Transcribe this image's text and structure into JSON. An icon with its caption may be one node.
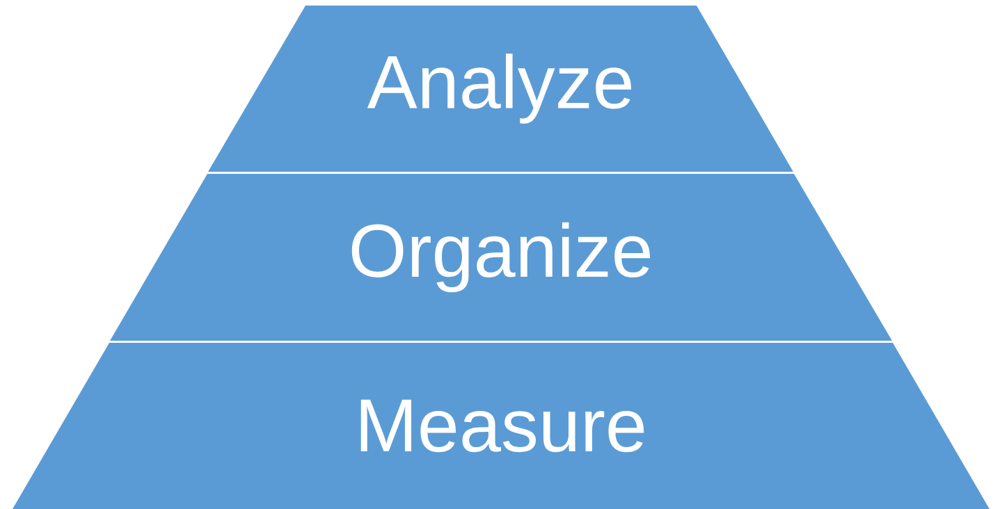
{
  "diagram": {
    "nodes": [
      {
        "text": [
          "Analyze"
        ]
      },
      {
        "text": [
          "Organize"
        ]
      },
      {
        "text": [
          "Measure"
        ]
      }
    ]
  }
}
